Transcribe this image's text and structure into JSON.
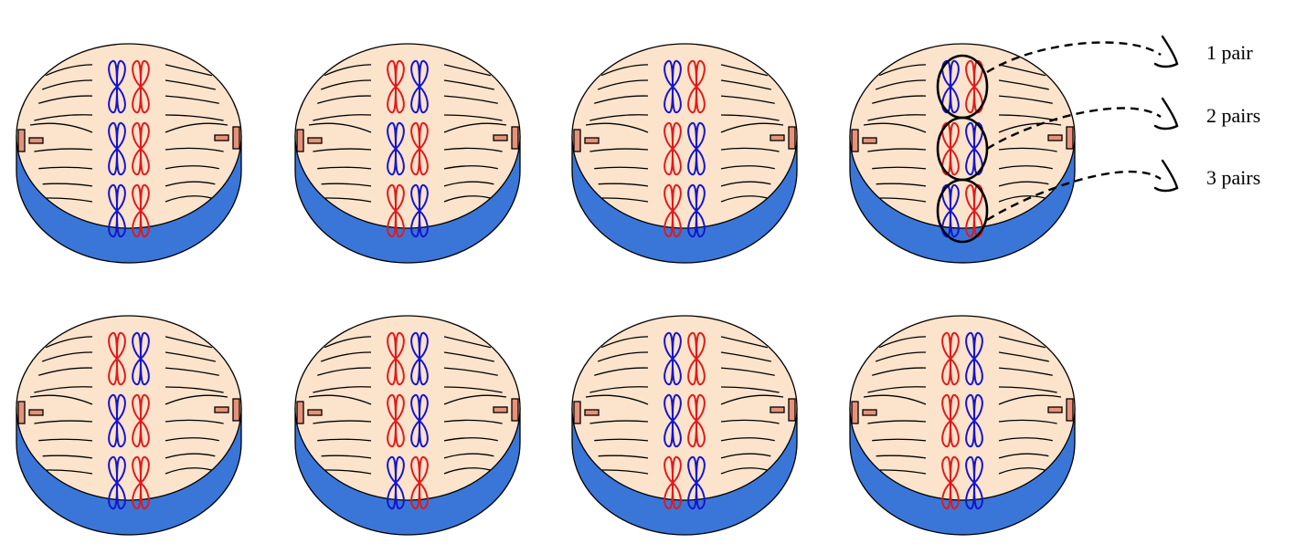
{
  "colors": {
    "cytoplasm": "#fbe3cc",
    "cell_base": "#3a76d8",
    "outline": "#000000",
    "centrosome": "#e7917a",
    "chrom_a": "#1414cc",
    "chrom_b": "#e01a1a"
  },
  "annotations": [
    "1 pair",
    "2 pairs",
    "3 pairs"
  ],
  "cells": [
    {
      "row": 1,
      "col": 1,
      "arrangement": [
        [
          "a",
          "b"
        ],
        [
          "a",
          "b"
        ],
        [
          "a",
          "b"
        ]
      ],
      "highlighted": false
    },
    {
      "row": 1,
      "col": 2,
      "arrangement": [
        [
          "b",
          "a"
        ],
        [
          "a",
          "b"
        ],
        [
          "b",
          "a"
        ]
      ],
      "highlighted": false
    },
    {
      "row": 1,
      "col": 3,
      "arrangement": [
        [
          "a",
          "b"
        ],
        [
          "b",
          "a"
        ],
        [
          "b",
          "a"
        ]
      ],
      "highlighted": false
    },
    {
      "row": 1,
      "col": 4,
      "arrangement": [
        [
          "a",
          "b"
        ],
        [
          "b",
          "a"
        ],
        [
          "a",
          "b"
        ]
      ],
      "highlighted": true
    },
    {
      "row": 2,
      "col": 1,
      "arrangement": [
        [
          "b",
          "a"
        ],
        [
          "a",
          "b"
        ],
        [
          "a",
          "b"
        ]
      ],
      "highlighted": false
    },
    {
      "row": 2,
      "col": 2,
      "arrangement": [
        [
          "b",
          "a"
        ],
        [
          "b",
          "a"
        ],
        [
          "a",
          "b"
        ]
      ],
      "highlighted": false
    },
    {
      "row": 2,
      "col": 3,
      "arrangement": [
        [
          "a",
          "b"
        ],
        [
          "a",
          "b"
        ],
        [
          "b",
          "a"
        ]
      ],
      "highlighted": false
    },
    {
      "row": 2,
      "col": 4,
      "arrangement": [
        [
          "b",
          "a"
        ],
        [
          "b",
          "a"
        ],
        [
          "b",
          "a"
        ]
      ],
      "highlighted": false
    }
  ]
}
